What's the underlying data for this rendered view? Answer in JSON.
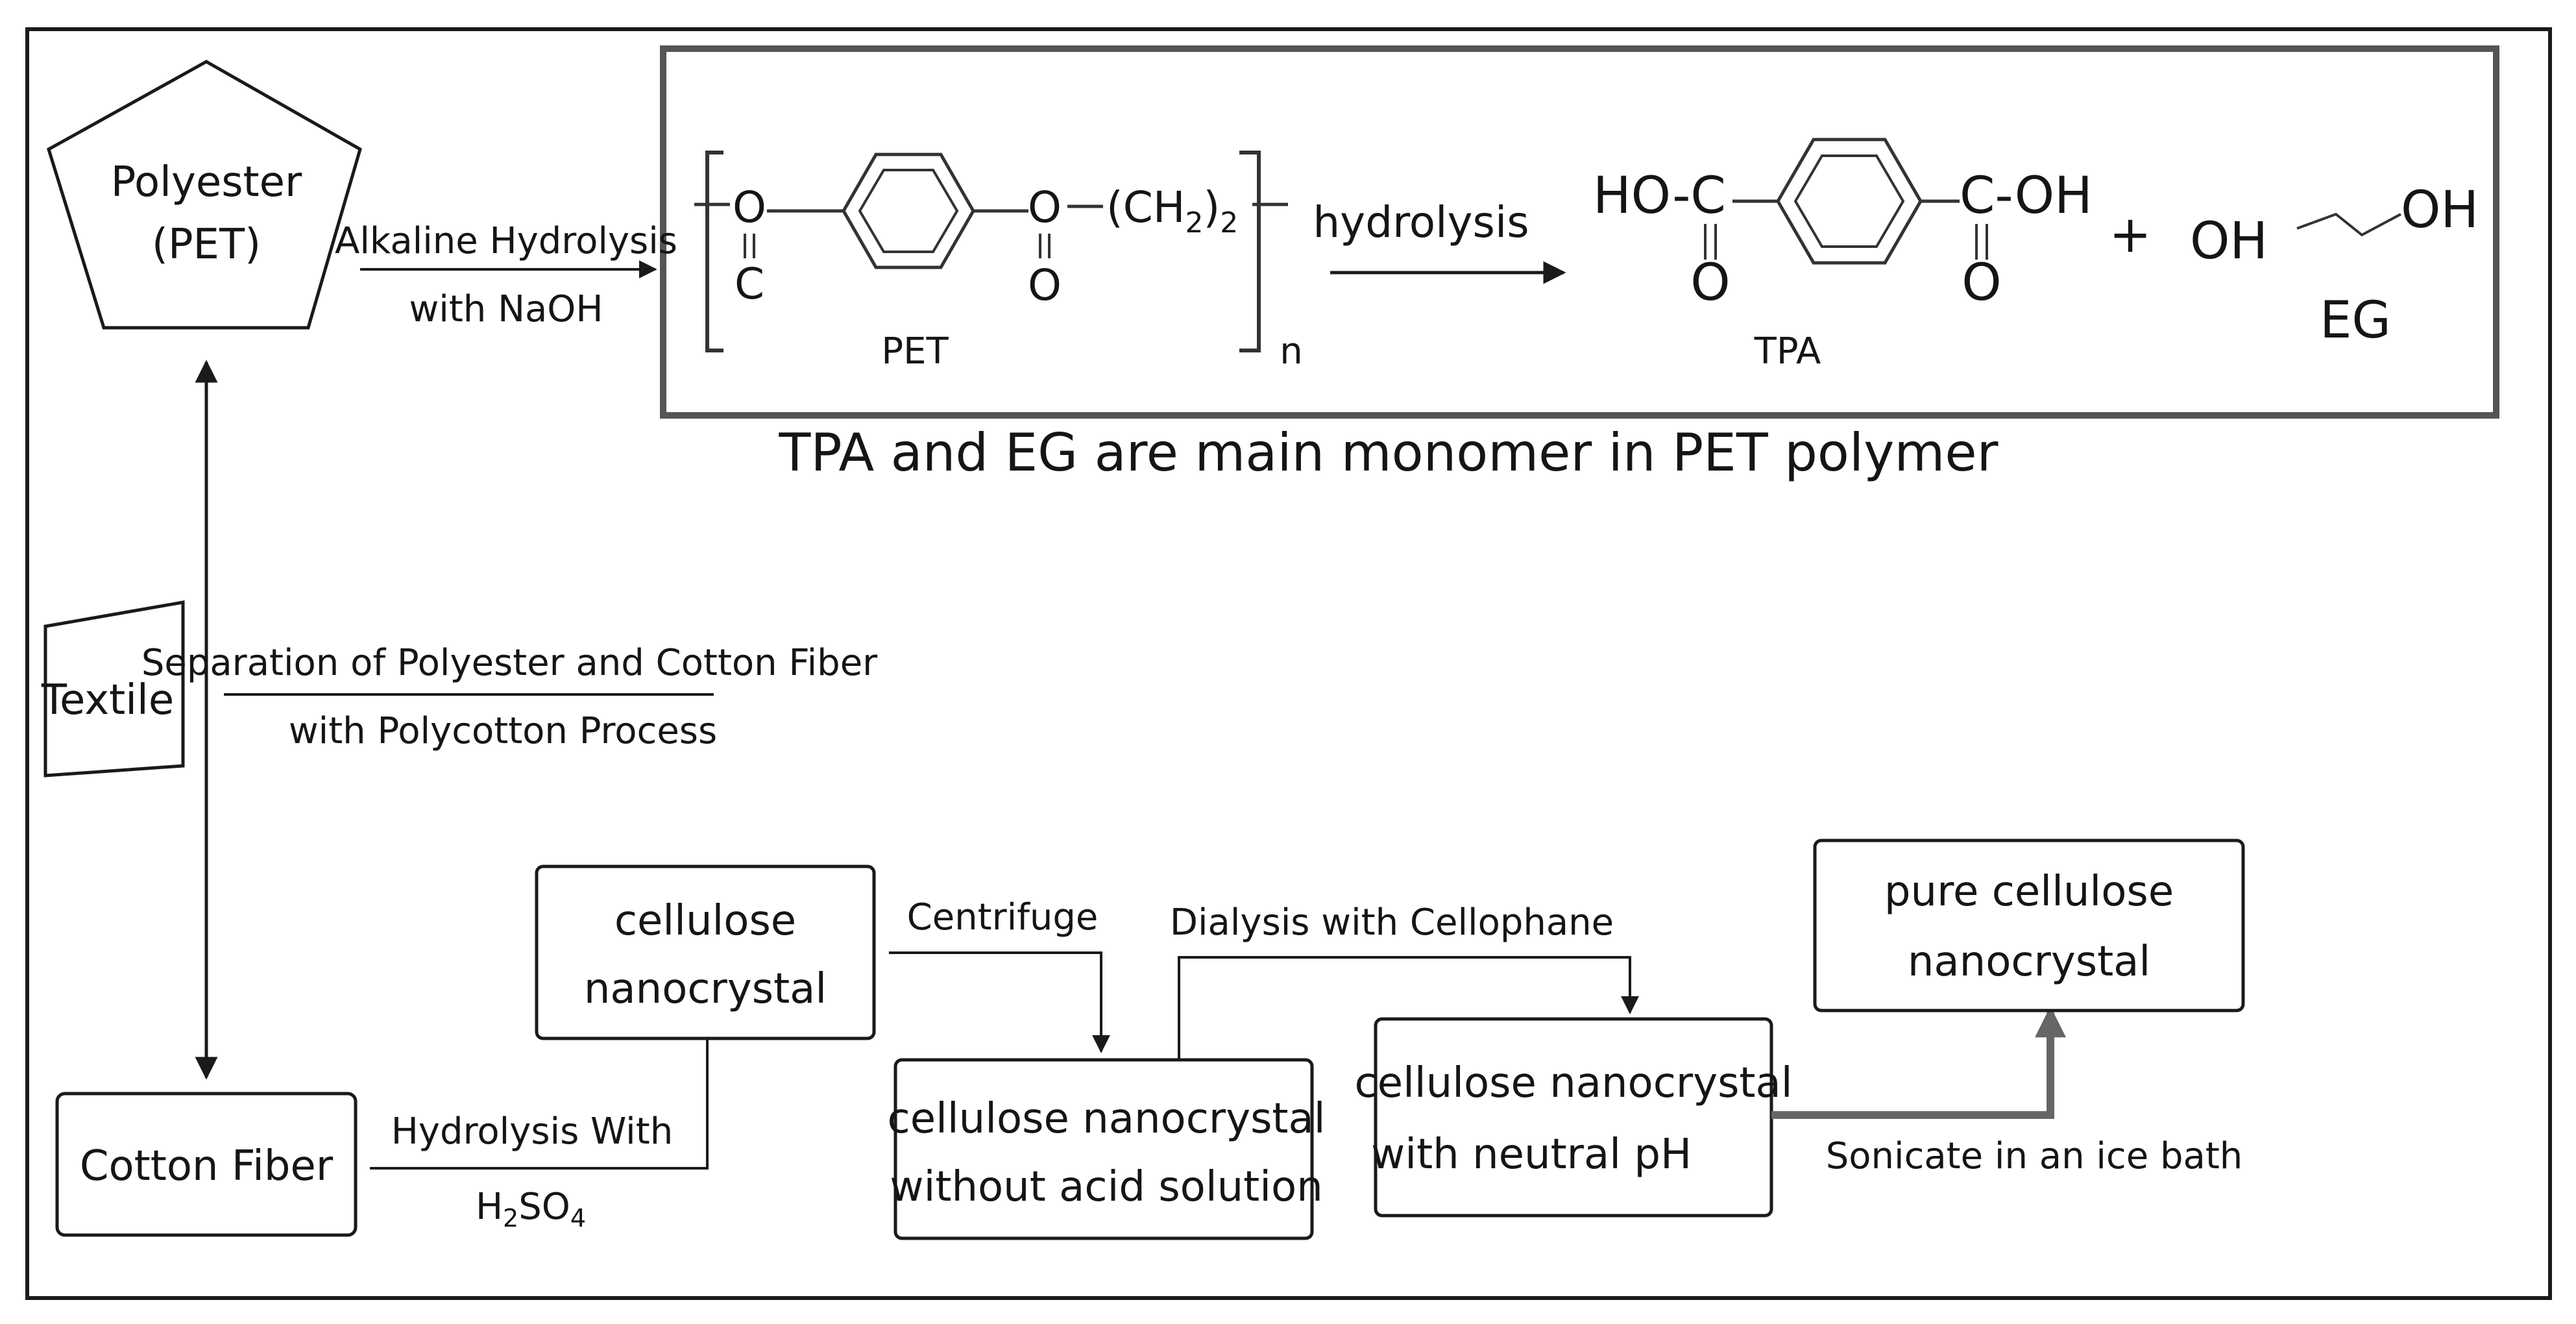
{
  "nodes": {
    "polyester": {
      "line1": "Polyester",
      "line2": "(PET)"
    },
    "textile": "Textile",
    "cotton_fiber": "Cotton Fiber",
    "cnc": {
      "line1": "cellulose",
      "line2": "nanocrystal"
    },
    "cnc_no_acid": {
      "line1": "cellulose nanocrystal",
      "line2": "without acid solution"
    },
    "cnc_neutral": {
      "line1": "cellulose nanocrystal",
      "line2": "with neutral pH"
    },
    "pure_cnc": {
      "line1": "pure cellulose",
      "line2": "nanocrystal"
    }
  },
  "edges": {
    "alkaline": {
      "line1": "Alkaline Hydrolysis",
      "line2": "with NaOH"
    },
    "separation": {
      "line1": "Separation of Polyester and Cotton Fiber",
      "line2": "with Polycotton Process"
    },
    "hydrolysis_h2so4": {
      "line1": "Hydrolysis With",
      "h": "H",
      "sub2": "2",
      "s": "SO",
      "sub4": "4"
    },
    "centrifuge": "Centrifuge",
    "dialysis": "Dialysis with Cellophane",
    "sonicate": "Sonicate in an ice bath"
  },
  "reaction": {
    "pet_o_top": "O",
    "pet_c": "C",
    "pet_o_right": "O",
    "pet_o_bottom": "O",
    "pet_ch2": "(CH",
    "pet_ch2_sub": "2",
    "pet_ch2_close": ")",
    "pet_ch2_outer_sub": "2",
    "pet_label": "PET",
    "pet_n": "n",
    "arrow_label": "hydrolysis",
    "tpa_left": "HO-C",
    "tpa_right": "C-OH",
    "tpa_o_left": "O",
    "tpa_o_right": "O",
    "tpa_label": "TPA",
    "plus": "+",
    "eg_oh_left": "OH",
    "eg_oh_right": "OH",
    "eg_label": "EG"
  },
  "caption": "TPA and EG are main monomer in PET polymer"
}
